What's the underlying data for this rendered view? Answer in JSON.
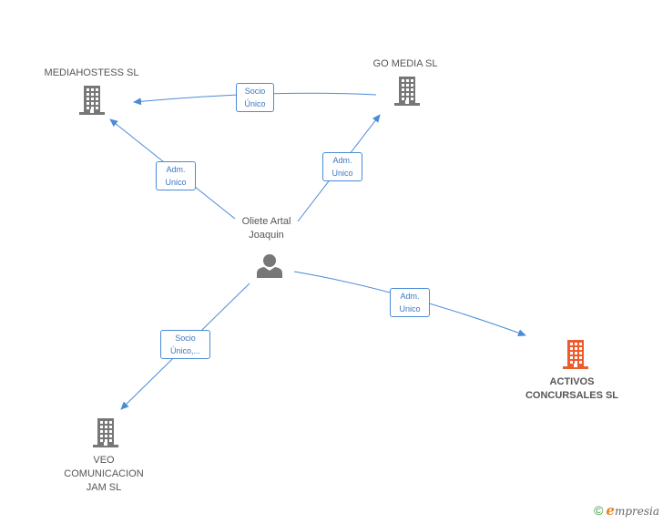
{
  "nodes": {
    "mediahostess": {
      "label": "MEDIAHOSTESS SL",
      "icon": "building-icon",
      "color": "#777777"
    },
    "gomedia": {
      "label": "GO MEDIA SL",
      "icon": "building-icon",
      "color": "#777777"
    },
    "person": {
      "label": "Oliete Artal\nJoaquin",
      "icon": "person-icon",
      "color": "#777777"
    },
    "activos": {
      "label": "ACTIVOS\nCONCURSALES SL",
      "icon": "building-icon",
      "color": "#ee5b2c"
    },
    "veo": {
      "label": "VEO\nCOMUNICACION\nJAM SL",
      "icon": "building-icon",
      "color": "#777777"
    }
  },
  "edges": {
    "gomedia_mediahostess": "Socio\nÚnico",
    "person_mediahostess": "Adm.\nUnico",
    "person_gomedia": "Adm.\nUnico",
    "person_activos": "Adm.\nUnico",
    "person_veo": "Socio\nÚnico,..."
  },
  "colors": {
    "edge": "#4a8bd6",
    "node": "#777777",
    "highlight": "#ee5b2c"
  },
  "footer": {
    "copyright": "©",
    "brand_initial": "e",
    "brand_rest": "mpresia"
  }
}
